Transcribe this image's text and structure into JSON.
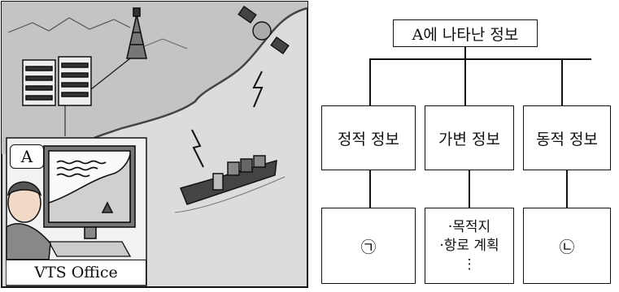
{
  "illustration": {
    "label_a": "A",
    "office_label": "VTS Office"
  },
  "tree": {
    "root": "A에 나타난 정보",
    "categories": [
      "정적 정보",
      "가변 정보",
      "동적 정보"
    ],
    "leaves": {
      "static": "㉠",
      "variable": [
        "·목적지",
        "·항로 계획",
        "⋮"
      ],
      "dynamic": "㉡"
    }
  }
}
